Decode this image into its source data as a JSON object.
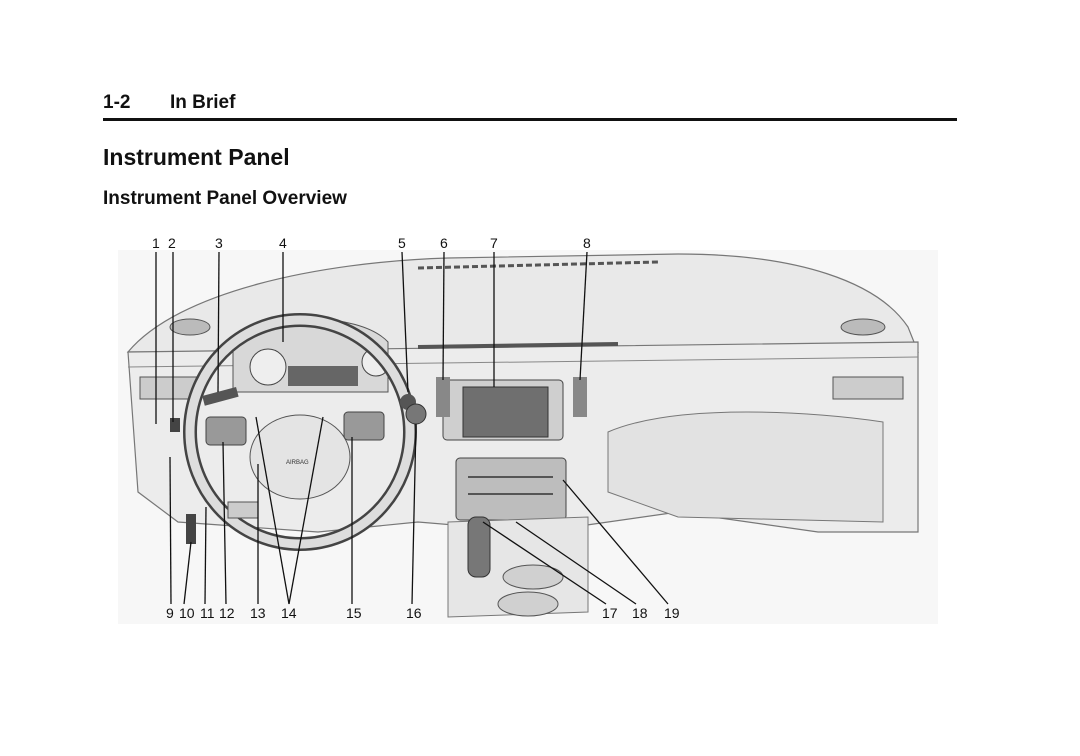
{
  "header": {
    "page_number": "1-2",
    "section_title": "In Brief"
  },
  "heading": "Instrument Panel",
  "subheading": "Instrument Panel Overview",
  "figure": {
    "top_callouts": [
      "1",
      "2",
      "3",
      "4",
      "5",
      "6",
      "7",
      "8"
    ],
    "bottom_callouts": [
      "9",
      "10",
      "11",
      "12",
      "13",
      "14",
      "15",
      "16",
      "17",
      "18",
      "19"
    ],
    "airbag_text": "AIRBAG"
  }
}
